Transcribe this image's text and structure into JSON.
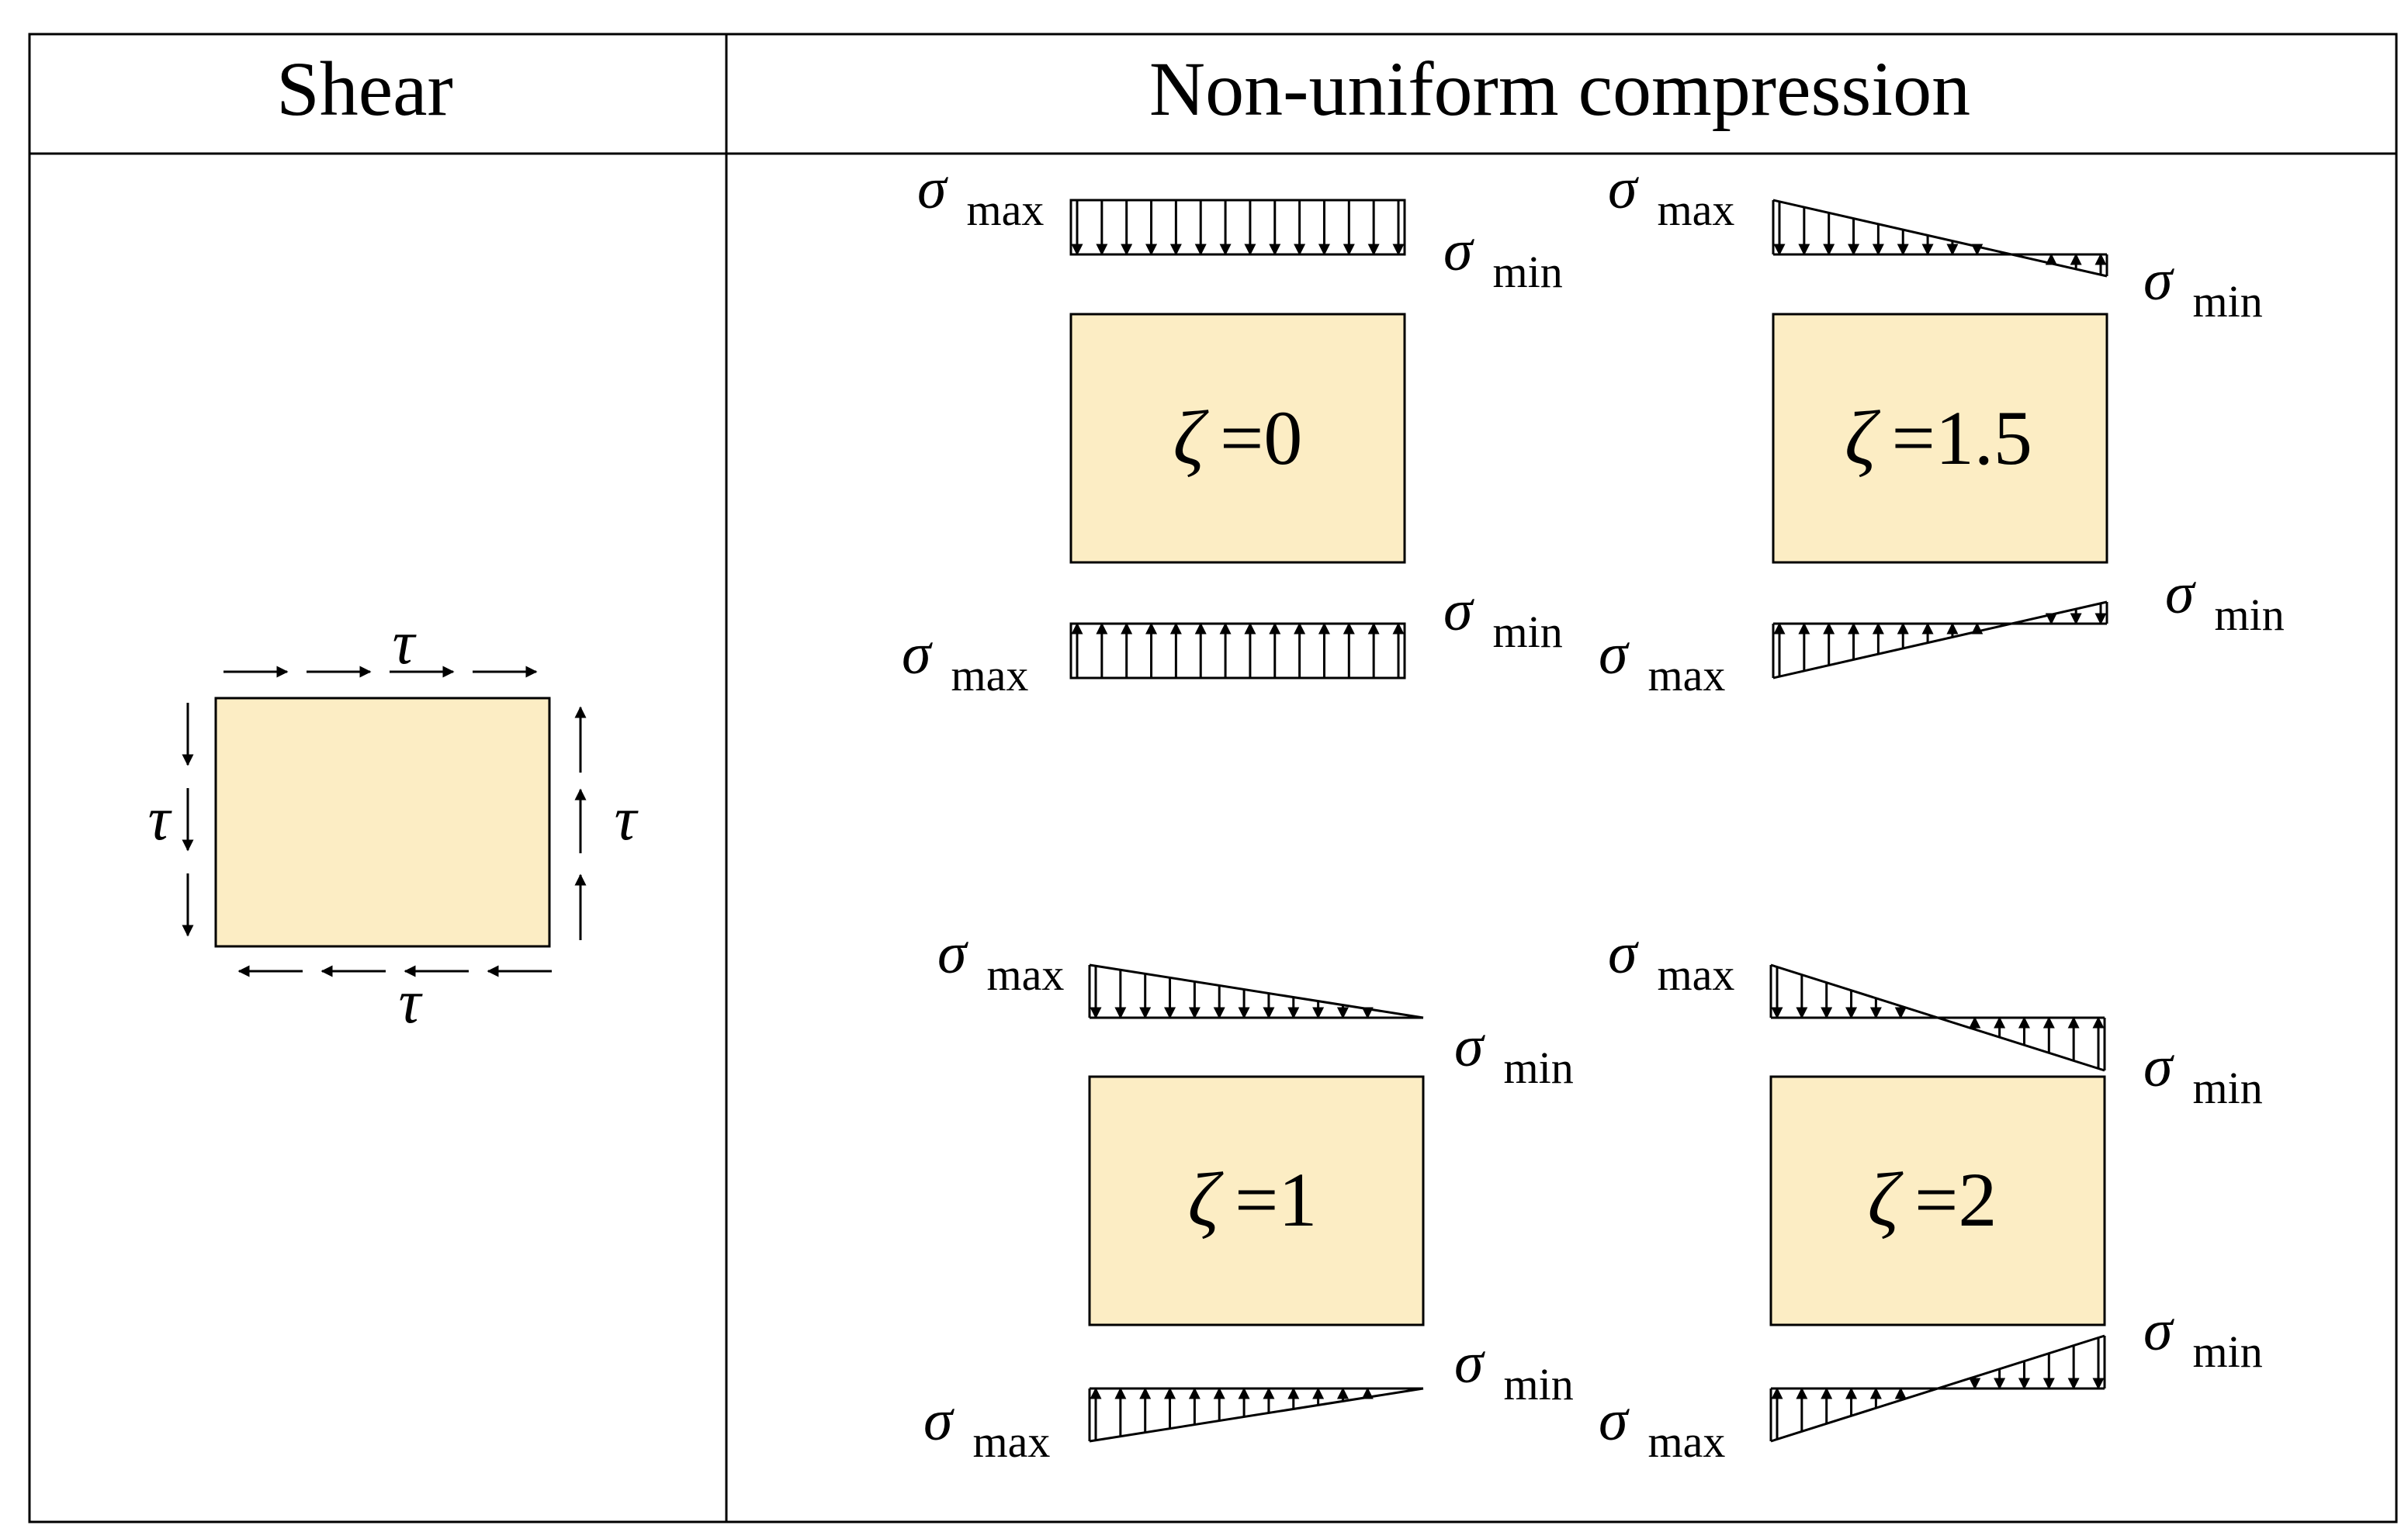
{
  "table": {
    "headers": [
      "Shear",
      "Non-uniform compression"
    ]
  },
  "shear": {
    "symbol": "τ"
  },
  "stress": {
    "sigma": "σ",
    "max": "max",
    "min": "min"
  },
  "cases": [
    {
      "zeta": "ζ",
      "value": "=0"
    },
    {
      "zeta": "ζ",
      "value": "=1.5"
    },
    {
      "zeta": "ζ",
      "value": "=1"
    },
    {
      "zeta": "ζ",
      "value": "=2"
    }
  ],
  "colors": {
    "plate_fill": "#fcedc4",
    "line": "#000000"
  }
}
